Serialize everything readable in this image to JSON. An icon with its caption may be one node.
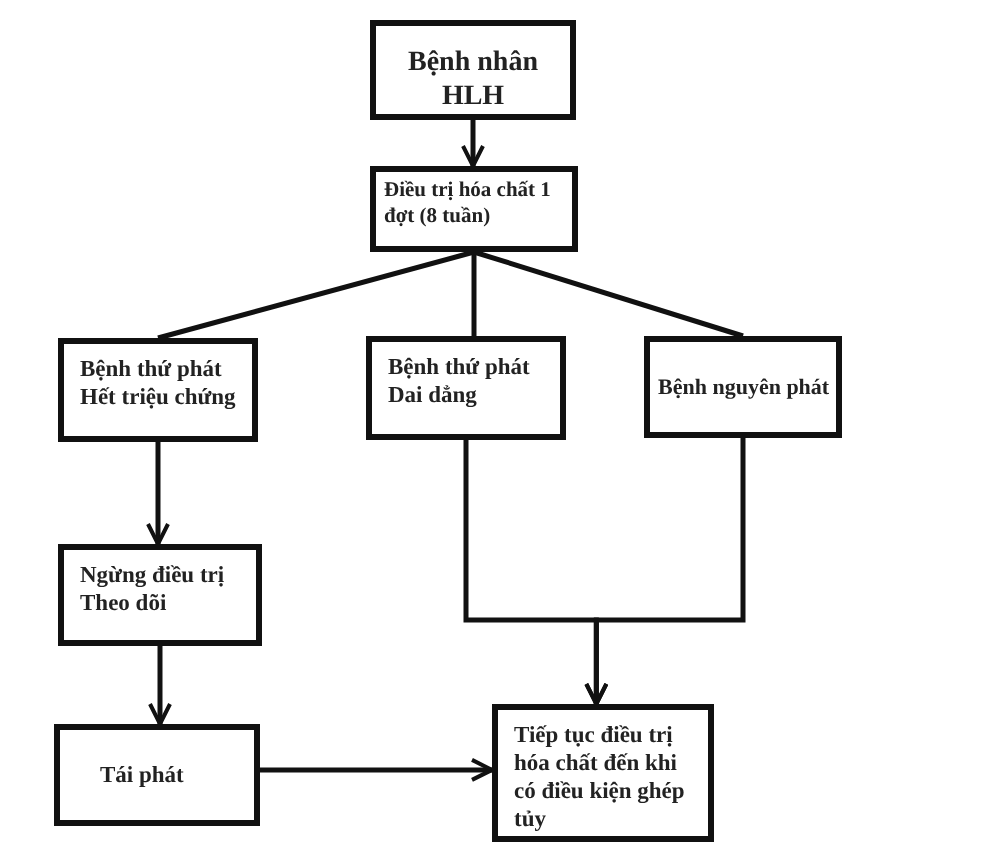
{
  "diagram": {
    "nodes": [
      {
        "text": [
          "Bệnh nhân HLH"
        ]
      },
      {
        "text": [
          "Điều trị hóa chất 1 đợt (8 tuần)"
        ]
      },
      {
        "text": [
          "Bệnh thứ phát Hết triệu chứng"
        ]
      },
      {
        "text": [
          "Bệnh thứ phát Dai dẳng"
        ]
      },
      {
        "text": [
          "Bệnh nguyên phát"
        ]
      },
      {
        "text": [
          "Ngừng điều trị Theo dõi"
        ]
      },
      {
        "text": [
          "Tái phát"
        ]
      },
      {
        "text": [
          "Tiếp tục điều trị hóa chất đến khi có điều kiện ghép tủy"
        ]
      }
    ],
    "edges": [
      {
        "from": 0,
        "to": 1,
        "arrow": "to"
      },
      {
        "from": 1,
        "to": 2,
        "arrow": "none"
      },
      {
        "from": 1,
        "to": 3,
        "arrow": "none"
      },
      {
        "from": 1,
        "to": 4,
        "arrow": "none"
      },
      {
        "from": 2,
        "to": 5,
        "arrow": "to"
      },
      {
        "from": 5,
        "to": 6,
        "arrow": "to"
      },
      {
        "from": 6,
        "to": 7,
        "arrow": "to"
      },
      {
        "from": 3,
        "to": 7,
        "arrow": "to"
      },
      {
        "from": 4,
        "to": 7,
        "arrow": "to"
      }
    ]
  }
}
